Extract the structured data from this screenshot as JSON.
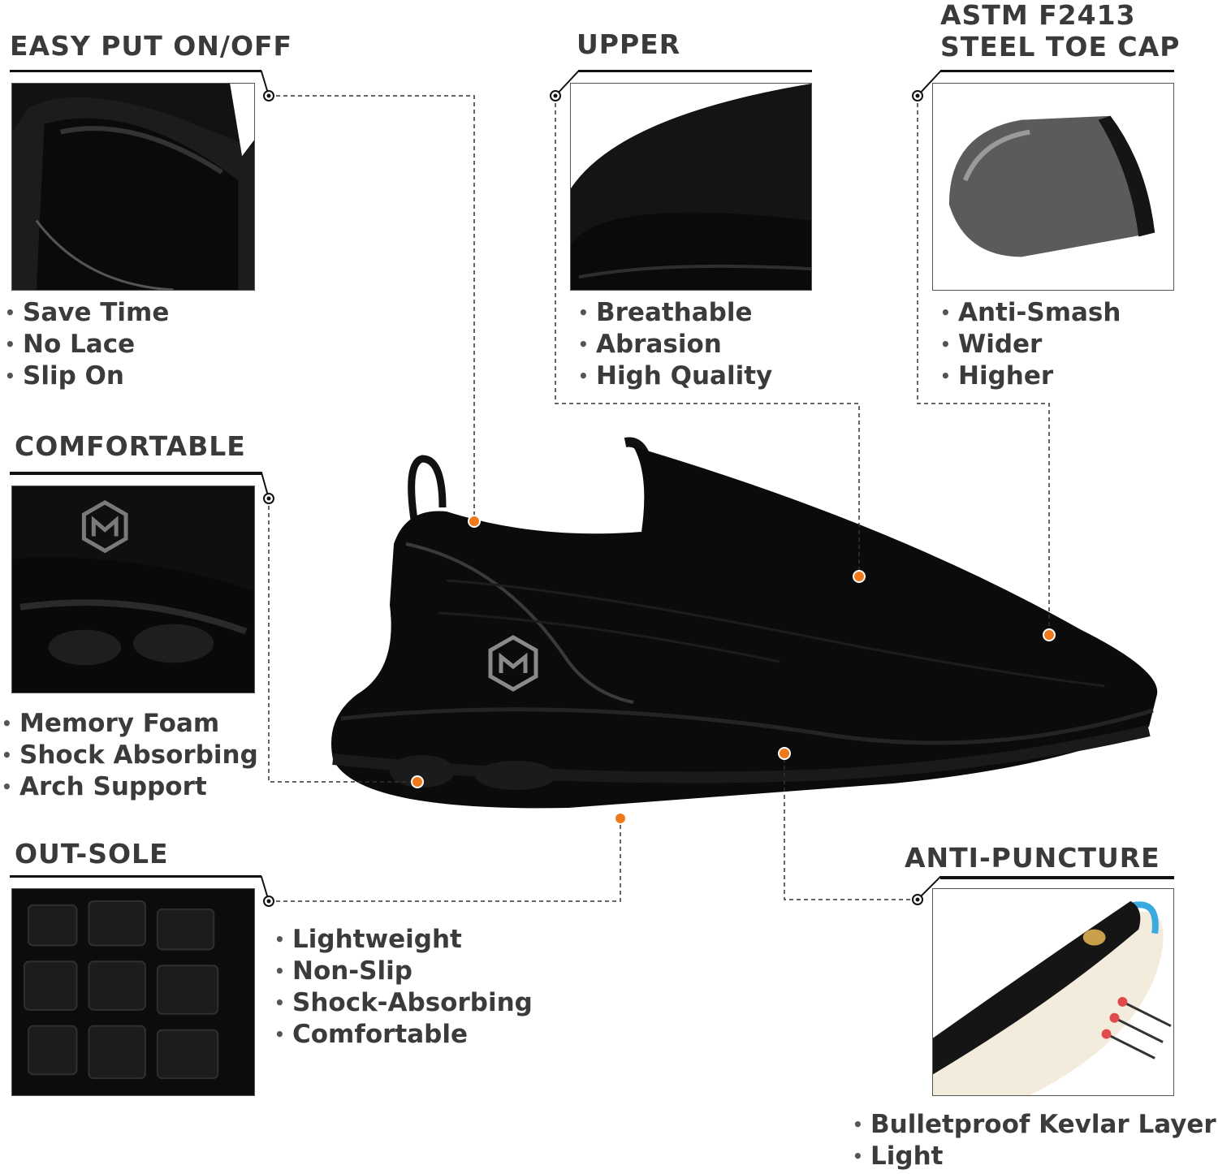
{
  "sections": {
    "easy": {
      "title": "EASY PUT ON/OFF",
      "bullets": [
        "Save Time",
        "No Lace",
        "Slip On"
      ],
      "image": "shoe-heel-opening"
    },
    "upper": {
      "title": "UPPER",
      "bullets": [
        "Breathable",
        "Abrasion",
        "High Quality"
      ],
      "image": "knit-upper-closeup"
    },
    "toe": {
      "title_line1": "ASTM F2413",
      "title_line2": "STEEL TOE CAP",
      "bullets": [
        "Anti-Smash",
        "Wider",
        "Higher"
      ],
      "image": "steel-toe-cap"
    },
    "comfortable": {
      "title": "COMFORTABLE",
      "bullets": [
        "Memory Foam",
        "Shock Absorbing",
        "Arch Support"
      ],
      "image": "midsole-air-cushion"
    },
    "outsole": {
      "title": "OUT-SOLE",
      "bullets": [
        "Lightweight",
        "Non-Slip",
        "Shock-Absorbing",
        "Comfortable"
      ],
      "image": "tread-pattern"
    },
    "puncture": {
      "title": "ANTI-PUNCTURE",
      "bullets": [
        "Bulletproof  Kevlar Layer",
        "Light"
      ],
      "image": "kevlar-insole-nails"
    }
  },
  "product": {
    "image": "black-slip-on-safety-shoe"
  },
  "colors": {
    "accent_dot": "#f07a1a",
    "heading": "#3a3a3a",
    "text": "#3b3b3b",
    "shoe": "#0b0b0b"
  }
}
